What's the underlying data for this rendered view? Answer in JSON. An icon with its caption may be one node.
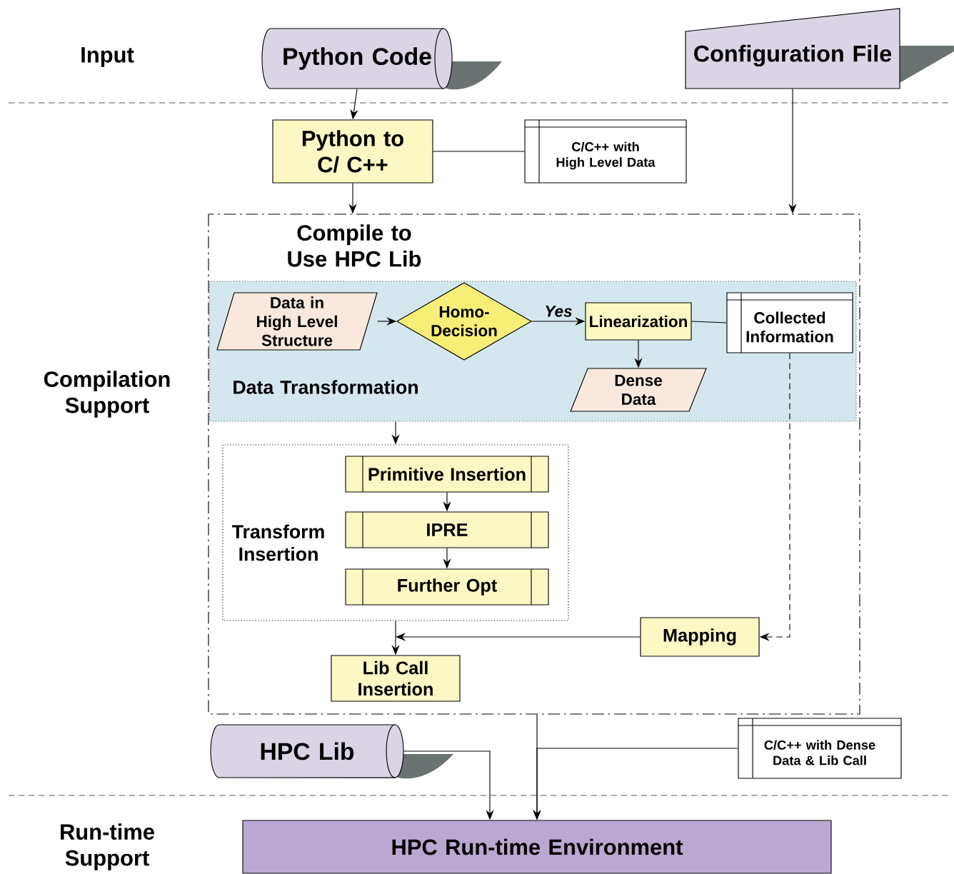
{
  "diagram": {
    "nodes": [
      {
        "text": [
          "Python Code"
        ]
      },
      {
        "text": [
          "Configuration File"
        ]
      },
      {
        "text": [
          "Python to C/ C++"
        ]
      },
      {
        "text": [
          "C/C++ with High Level Data"
        ]
      },
      {
        "text": [
          "Compile to Use HPC Lib"
        ]
      },
      {
        "text": [
          "Data Transformation"
        ],
        "in": 4
      },
      {
        "text": [
          "Data in High Level Structure"
        ],
        "in": 5
      },
      {
        "text": [
          "Homo-Decision"
        ],
        "in": 5
      },
      {
        "text": [
          "Linearization"
        ],
        "in": 5
      },
      {
        "text": [
          "Collected Information"
        ],
        "in": 5
      },
      {
        "text": [
          "Dense Data"
        ],
        "in": 5
      },
      {
        "text": [
          "Transform Insertion"
        ],
        "in": 4
      },
      {
        "text": [
          "Primitive Insertion"
        ],
        "in": 11
      },
      {
        "text": [
          "IPRE"
        ],
        "in": 11
      },
      {
        "text": [
          "Further Opt"
        ],
        "in": 11
      },
      {
        "text": [
          "Mapping"
        ],
        "in": 4
      },
      {
        "text": [
          "Lib Call Insertion"
        ],
        "in": 4
      },
      {
        "text": [
          "HPC Lib"
        ]
      },
      {
        "text": [
          "C/C++ with Dense Data & Lib Call"
        ]
      },
      {
        "text": [
          "HPC Run-time Environment"
        ]
      }
    ],
    "edges": [
      {
        "from": 0,
        "to": 2,
        "arrow": "to"
      },
      {
        "from": 1,
        "to": 4,
        "arrow": "to"
      },
      {
        "from": 2,
        "to": 3,
        "arrow": "none"
      },
      {
        "from": 2,
        "to": 4,
        "arrow": "to"
      },
      {
        "from": 6,
        "to": 7,
        "arrow": "to"
      },
      {
        "from": 7,
        "to": 8,
        "arrow": "to",
        "label": "Yes"
      },
      {
        "from": 8,
        "to": 9,
        "arrow": "none"
      },
      {
        "from": 8,
        "to": 10,
        "arrow": "to"
      },
      {
        "from": 5,
        "to": 11,
        "arrow": "to"
      },
      {
        "from": 12,
        "to": 13,
        "arrow": "to"
      },
      {
        "from": 13,
        "to": 14,
        "arrow": "to"
      },
      {
        "from": 11,
        "to": 16,
        "arrow": "to"
      },
      {
        "from": 15,
        "to": 16,
        "arrow": "to"
      },
      {
        "from": 9,
        "to": 15,
        "arrow": "to",
        "style": "dashed"
      },
      {
        "from": 17,
        "to": 19,
        "arrow": "to"
      },
      {
        "from": 4,
        "to": 19,
        "arrow": "to"
      },
      {
        "from": 18,
        "to": 19,
        "arrow": "to"
      }
    ],
    "labels": [
      "Input",
      "Compilation Support",
      "Run-time Support"
    ]
  }
}
